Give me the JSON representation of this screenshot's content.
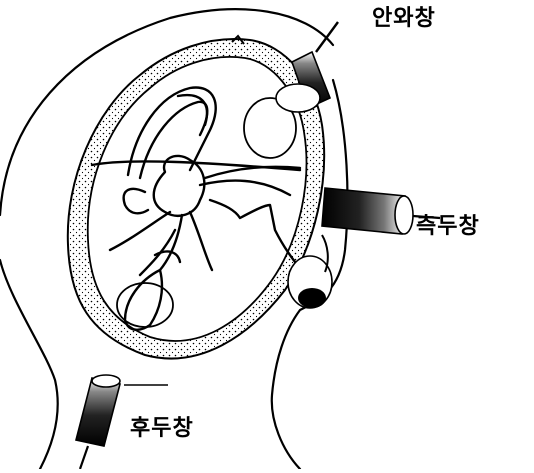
{
  "labels": {
    "orbital_window": "안와창",
    "lateral_window": "측두창",
    "posterior_window": "후두창"
  }
}
